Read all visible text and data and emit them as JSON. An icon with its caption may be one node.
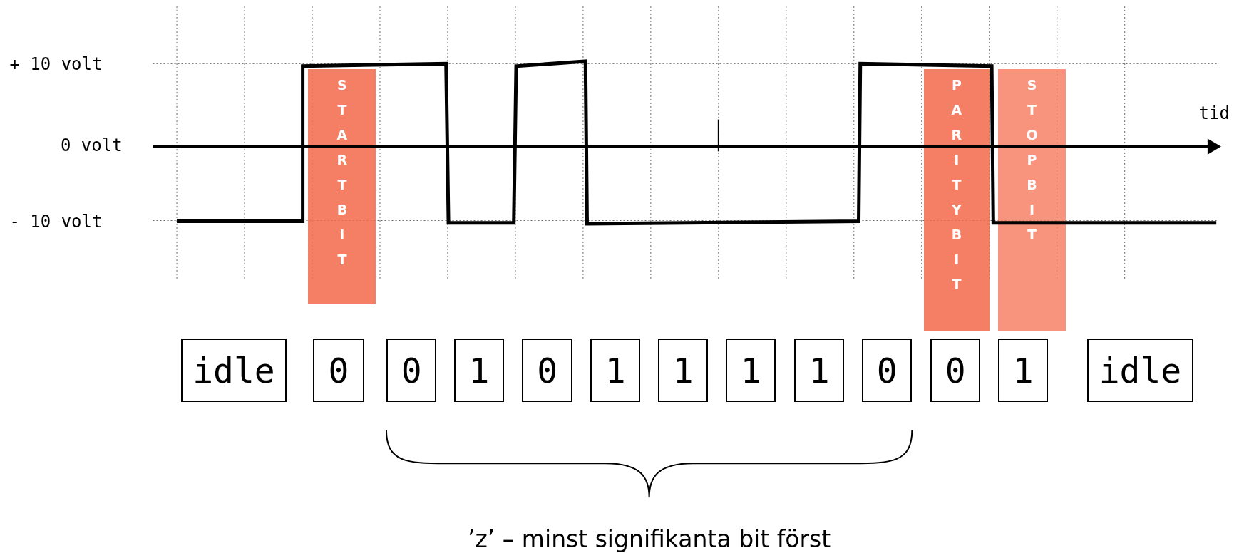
{
  "diagram": {
    "nodes": [
      {
        "text": [
          "START BIT"
        ]
      },
      {
        "text": [
          "PARITY BIT"
        ]
      },
      {
        "text": [
          "STOP BIT"
        ]
      },
      {
        "text": [
          "idle"
        ]
      },
      {
        "text": [
          "0"
        ]
      },
      {
        "text": [
          "0"
        ]
      },
      {
        "text": [
          "1"
        ]
      },
      {
        "text": [
          "0"
        ]
      },
      {
        "text": [
          "1"
        ]
      },
      {
        "text": [
          "1"
        ]
      },
      {
        "text": [
          "1"
        ]
      },
      {
        "text": [
          "1"
        ]
      },
      {
        "text": [
          "0"
        ]
      },
      {
        "text": [
          "0"
        ]
      },
      {
        "text": [
          "1"
        ]
      },
      {
        "text": [
          "idle"
        ]
      }
    ],
    "edges": [],
    "labels": [
      "+ 10 volt",
      "tid",
      "0 volt",
      "- 10 volt",
      "’z’ – minst signifikanta bit först"
    ]
  }
}
